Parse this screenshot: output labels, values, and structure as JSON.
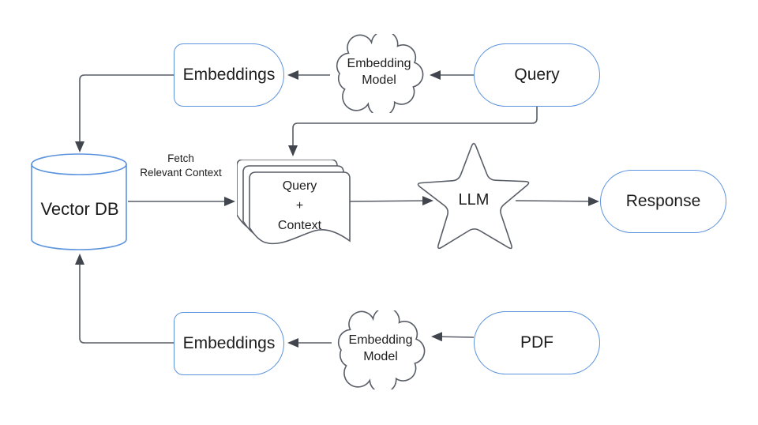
{
  "colors": {
    "node_border_blue": "#5b93dd",
    "shape_stroke_gray": "#585d66",
    "connector_gray": "#585d66",
    "arrowhead": "#41464e",
    "text": "#1d1d1d",
    "background": "#ffffff"
  },
  "nodes": {
    "embeddings_top": {
      "label": "Embeddings"
    },
    "embedding_model_top": {
      "line1": "Embedding",
      "line2": "Model"
    },
    "query": {
      "label": "Query"
    },
    "vector_db": {
      "label": "Vector DB"
    },
    "context_doc": {
      "line1": "Query",
      "line2": "+",
      "line3": "Context"
    },
    "llm": {
      "label": "LLM"
    },
    "response": {
      "label": "Response"
    },
    "embeddings_bottom": {
      "label": "Embeddings"
    },
    "embedding_model_bottom": {
      "line1": "Embedding",
      "line2": "Model"
    },
    "pdf": {
      "label": "PDF"
    }
  },
  "edge_labels": {
    "fetch_context": {
      "line1": "Fetch",
      "line2": "Relevant Context"
    }
  }
}
